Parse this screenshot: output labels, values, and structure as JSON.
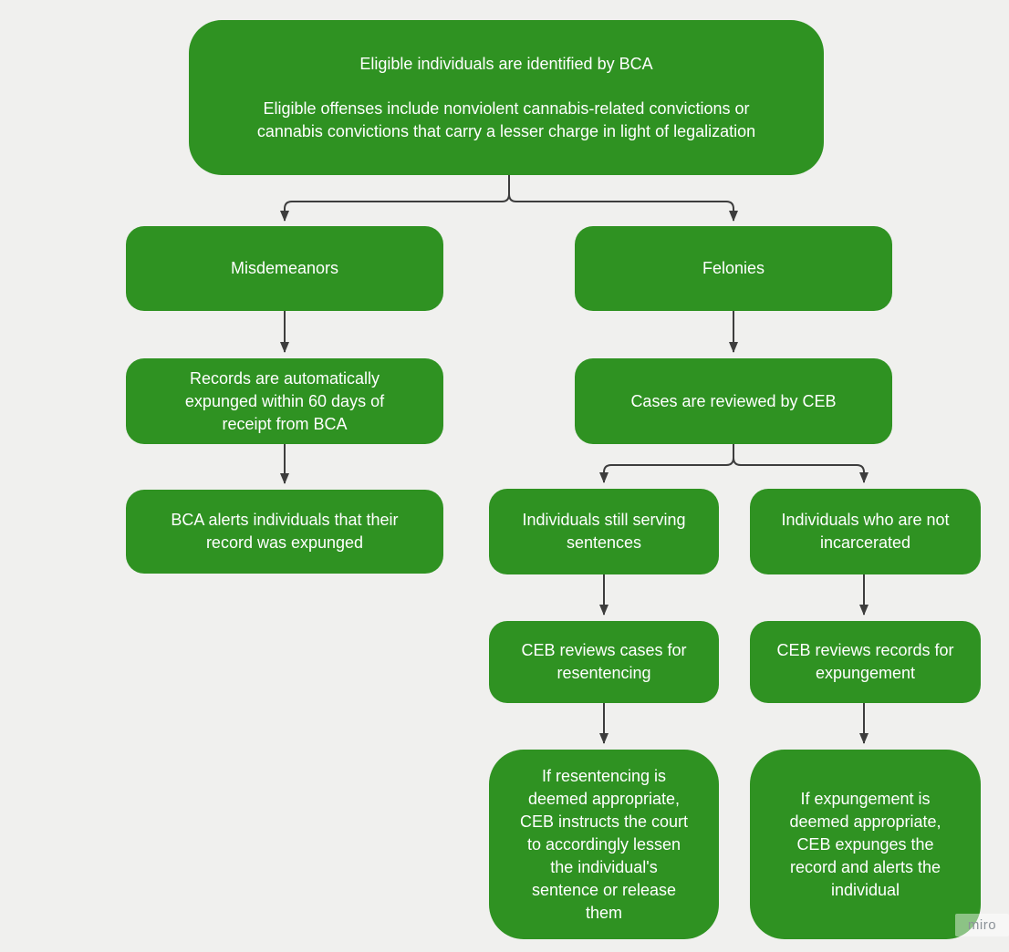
{
  "colors": {
    "background": "#f0f0ee",
    "node_fill": "#2f9222",
    "node_text": "#ffffff",
    "connector": "#3d3d3d"
  },
  "watermark": {
    "label": "miro"
  },
  "flowchart": {
    "nodes": {
      "root": {
        "paragraph1": "Eligible individuals are identified by BCA",
        "paragraph2": "Eligible offenses include nonviolent cannabis-related convictions or cannabis convictions that carry a lesser charge in light of legalization",
        "paragraph2_lines": [
          "Eligible offenses include nonviolent cannabis-related convictions or",
          "cannabis convictions that carry a lesser charge in light of legalization"
        ]
      },
      "misdemeanors": {
        "label": "Misdemeanors",
        "lines": [
          "Misdemeanors"
        ]
      },
      "felonies": {
        "label": "Felonies",
        "lines": [
          "Felonies"
        ]
      },
      "records": {
        "label": "Records are automatically expunged within 60 days of receipt from BCA",
        "lines": [
          "Records are automatically",
          "expunged within 60 days of",
          "receipt from BCA"
        ]
      },
      "cases": {
        "label": "Cases are reviewed by CEB",
        "lines": [
          "Cases are reviewed by CEB"
        ]
      },
      "bca_alerts": {
        "label": "BCA alerts individuals that their record was expunged",
        "lines": [
          "BCA alerts individuals that their",
          "record was expunged"
        ]
      },
      "serving": {
        "label": "Individuals still serving sentences",
        "lines": [
          "Individuals still serving",
          "sentences"
        ]
      },
      "not_incarcerated": {
        "label": "Individuals who are not incarcerated",
        "lines": [
          "Individuals who are not",
          "incarcerated"
        ]
      },
      "review_resentencing": {
        "label": "CEB reviews cases for resentencing",
        "lines": [
          "CEB reviews cases for",
          "resentencing"
        ]
      },
      "review_expungement": {
        "label": "CEB reviews records for expungement",
        "lines": [
          "CEB reviews records for",
          "expungement"
        ]
      },
      "resentencing_outcome": {
        "label": "If resentencing is deemed appropriate, CEB instructs the court to accordingly lessen the individual's sentence or release them",
        "lines": [
          "If resentencing is",
          "deemed appropriate,",
          "CEB instructs the court",
          "to accordingly lessen",
          "the individual's",
          "sentence or release",
          "them"
        ]
      },
      "expungement_outcome": {
        "label": "If expungement is deemed appropriate, CEB expunges the record and alerts the individual",
        "lines": [
          "If expungement is",
          "deemed appropriate,",
          "CEB expunges the",
          "record and alerts the",
          "individual"
        ]
      }
    },
    "edges": [
      {
        "from": "root",
        "to": "misdemeanors"
      },
      {
        "from": "root",
        "to": "felonies"
      },
      {
        "from": "misdemeanors",
        "to": "records"
      },
      {
        "from": "felonies",
        "to": "cases"
      },
      {
        "from": "records",
        "to": "bca_alerts"
      },
      {
        "from": "cases",
        "to": "serving"
      },
      {
        "from": "cases",
        "to": "not_incarcerated"
      },
      {
        "from": "serving",
        "to": "review_resentencing"
      },
      {
        "from": "not_incarcerated",
        "to": "review_expungement"
      },
      {
        "from": "review_resentencing",
        "to": "resentencing_outcome"
      },
      {
        "from": "review_expungement",
        "to": "expungement_outcome"
      }
    ]
  }
}
